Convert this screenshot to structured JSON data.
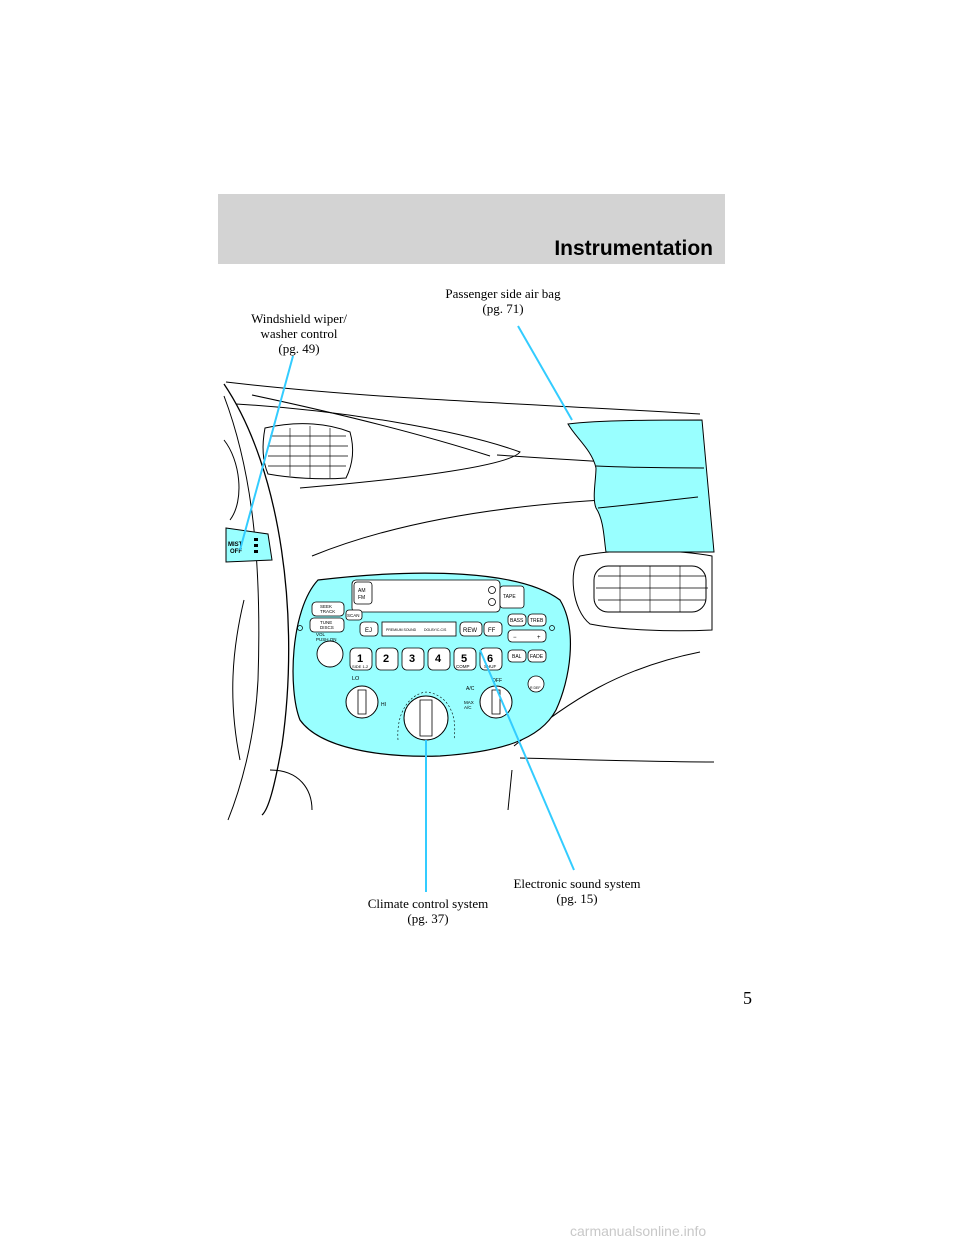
{
  "header": {
    "section_title": "Instrumentation",
    "band_color": "#d3d3d3"
  },
  "callouts": {
    "wiper": "Windshield wiper/\nwasher control\n(pg. 49)",
    "airbag": "Passenger side air bag\n(pg. 71)",
    "climate": "Climate control system\n(pg. 37)",
    "sound": "Electronic sound system\n(pg. 15)"
  },
  "diagram": {
    "highlight_color": "#99ffff",
    "leader_color": "#33ccff",
    "stalk": {
      "mist": "MIST",
      "off": "OFF"
    },
    "radio": {
      "am_fm": [
        "AM",
        "FM"
      ],
      "tape": "TAPE",
      "seek": [
        "SEEK",
        "TRACK"
      ],
      "scan": "SCAN",
      "tune": [
        "TUNE",
        "DISCS"
      ],
      "ej": "EJ",
      "rew": "REW",
      "ff": "FF",
      "bass": "BASS",
      "treb": "TREB",
      "bal": "BAL",
      "fade": "FADE",
      "vol": [
        "VOL",
        "PUSH ON"
      ],
      "presets": [
        "1",
        "2",
        "3",
        "4",
        "5",
        "6"
      ],
      "preset_sub": {
        "1": "SIDE 1-2",
        "5": "COMP",
        "6": "SHUF"
      },
      "slot_text": "PREMIUM SOUND",
      "dolby": "DOLBY/C-C/S",
      "minus": "−",
      "plus": "+"
    },
    "climate": {
      "fan_lo": "LO",
      "fan_hi": "HI",
      "off": "OFF",
      "ac": "A/C",
      "max": [
        "MAX",
        "A/C"
      ],
      "rear_defrost": "R DEF"
    }
  },
  "page_number": "5",
  "footer": {
    "watermark": "carmanualsonline.info"
  }
}
